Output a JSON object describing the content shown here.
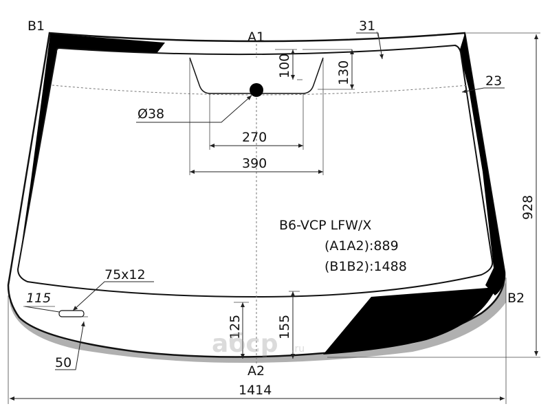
{
  "diagram": {
    "points": {
      "b1": "B1",
      "a1": "A1",
      "b2": "B2",
      "a2": "A2"
    },
    "dimensions": {
      "top_edge": "31",
      "side_edge": "23",
      "sensor_zone_depth": "100",
      "sensor_zone_height": "130",
      "sensor_diameter": "Ø38",
      "zone_inner_width": "270",
      "zone_outer_width": "390",
      "height": "928",
      "total_width": "1414",
      "vin_window": "75x12",
      "vin_offset": "115",
      "vin_height": "50",
      "bottom_125": "125",
      "bottom_155": "155"
    },
    "spec": {
      "code": "B6-VCP LFW/X",
      "a1a2": "(A1A2):889",
      "b1b2": "(B1B2):1488"
    },
    "watermark": "aбcp",
    "watermark_suffix": ".ru"
  }
}
